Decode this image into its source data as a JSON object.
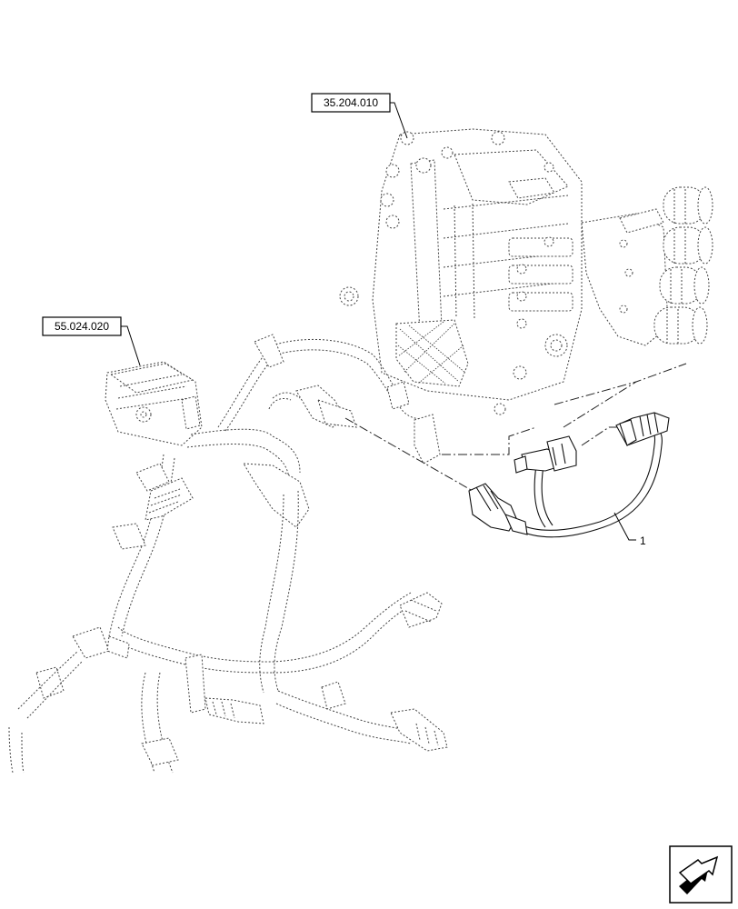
{
  "callouts": {
    "top_ref": "35.204.010",
    "left_ref": "55.024.020",
    "item_number": "1"
  },
  "icons": {
    "nav": "next-page-arrow-icon"
  }
}
